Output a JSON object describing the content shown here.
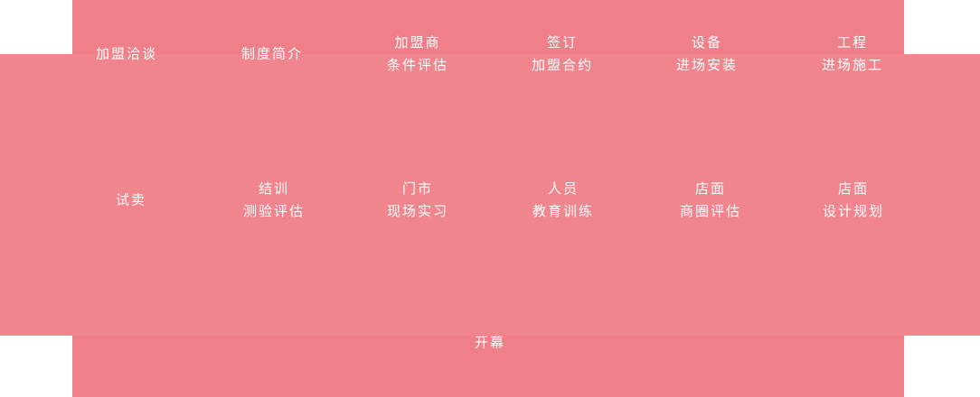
{
  "colors": {
    "page_bg": "#ffffff",
    "panel_vertical": "#ef8089",
    "panel_horizontal": "#f1858d",
    "text": "#ffffff"
  },
  "diagram": {
    "steps_row1": [
      {
        "line1": "加盟洽谈",
        "line2": ""
      },
      {
        "line1": "制度简介",
        "line2": ""
      },
      {
        "line1": "加盟商",
        "line2": "条件评估"
      },
      {
        "line1": "签订",
        "line2": "加盟合约"
      },
      {
        "line1": "设备",
        "line2": "进场安装"
      },
      {
        "line1": "工程",
        "line2": "进场施工"
      }
    ],
    "steps_row2": [
      {
        "line1": "试卖",
        "line2": ""
      },
      {
        "line1": "结训",
        "line2": "测验评估"
      },
      {
        "line1": "门市",
        "line2": "现场实习"
      },
      {
        "line1": "人员",
        "line2": "教育训练"
      },
      {
        "line1": "店面",
        "line2": "商圈评估"
      },
      {
        "line1": "店面",
        "line2": "设计规划"
      }
    ],
    "final_step": {
      "line1": "开幕"
    }
  }
}
